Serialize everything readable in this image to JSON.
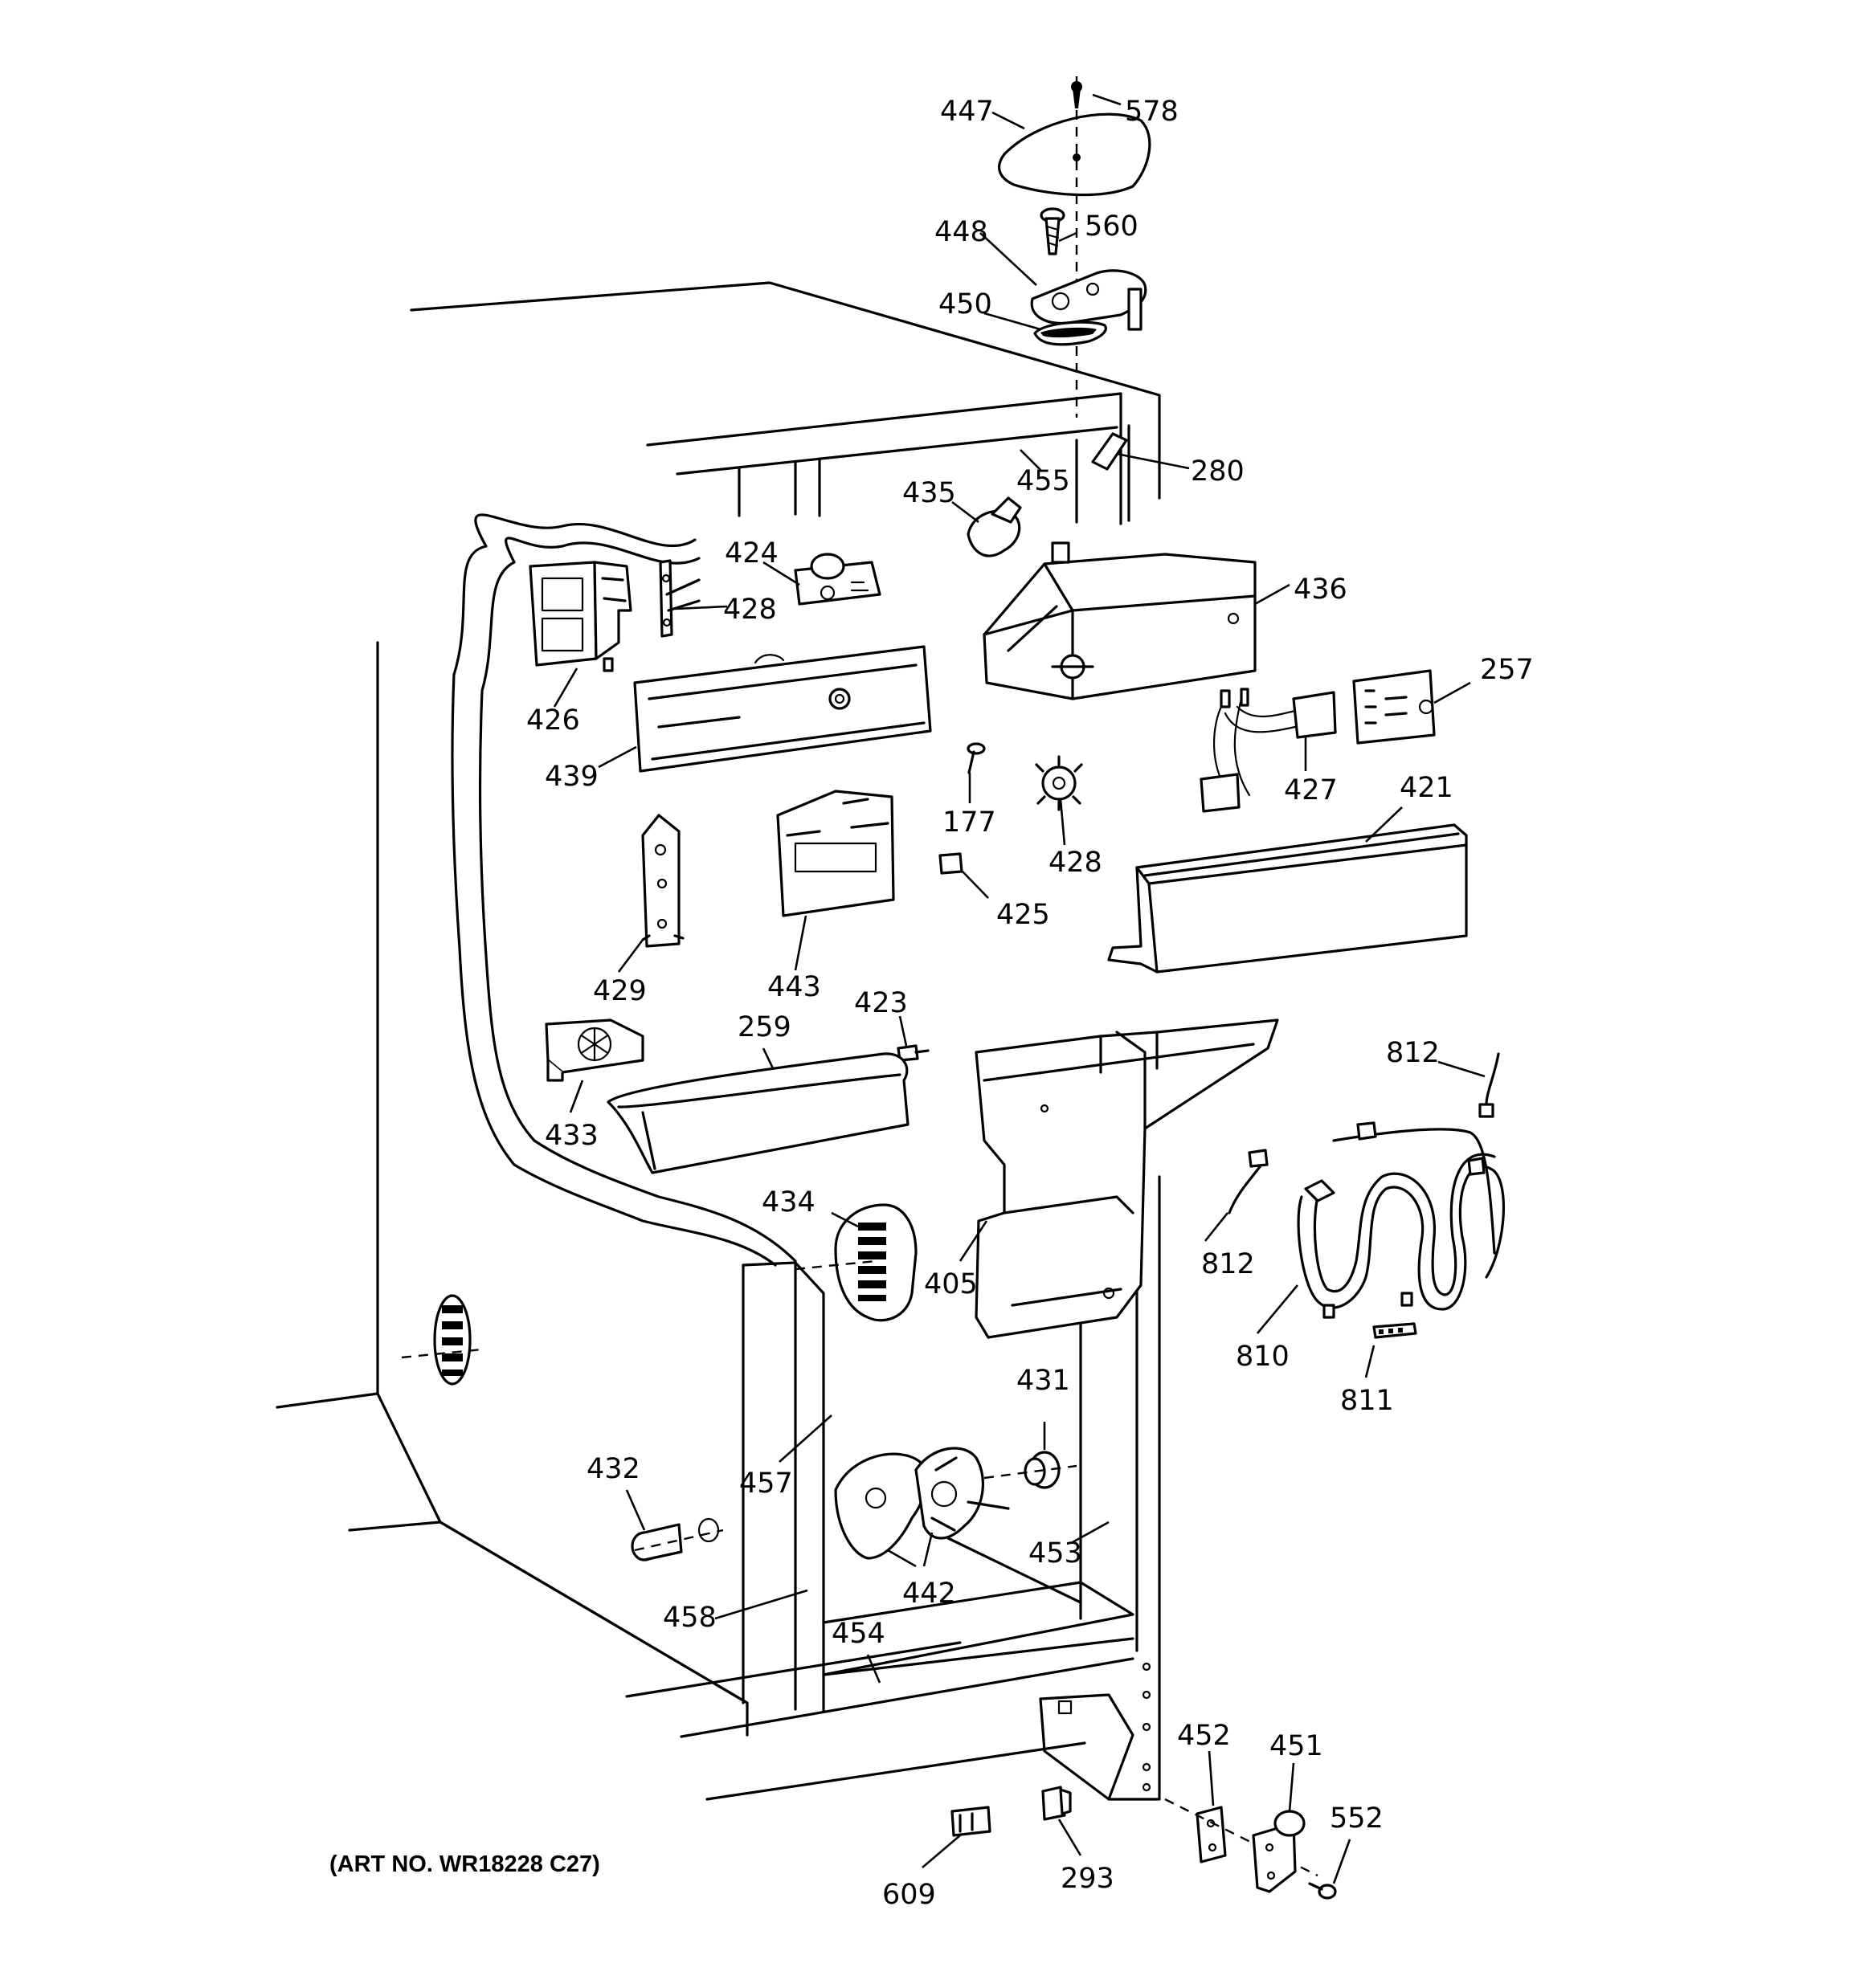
{
  "caption": "(ART NO. WR18228 C27)",
  "callouts": [
    {
      "id": "c578",
      "text": "578"
    },
    {
      "id": "c447",
      "text": "447"
    },
    {
      "id": "c448",
      "text": "448"
    },
    {
      "id": "c560",
      "text": "560"
    },
    {
      "id": "c450",
      "text": "450"
    },
    {
      "id": "c280",
      "text": "280"
    },
    {
      "id": "c455",
      "text": "455"
    },
    {
      "id": "c435",
      "text": "435"
    },
    {
      "id": "c424",
      "text": "424"
    },
    {
      "id": "c428a",
      "text": "428"
    },
    {
      "id": "c436",
      "text": "436"
    },
    {
      "id": "c426",
      "text": "426"
    },
    {
      "id": "c439",
      "text": "439"
    },
    {
      "id": "c177",
      "text": "177"
    },
    {
      "id": "c428b",
      "text": "428"
    },
    {
      "id": "c427",
      "text": "427"
    },
    {
      "id": "c257",
      "text": "257"
    },
    {
      "id": "c421",
      "text": "421"
    },
    {
      "id": "c425",
      "text": "425"
    },
    {
      "id": "c429",
      "text": "429"
    },
    {
      "id": "c443",
      "text": "443"
    },
    {
      "id": "c423",
      "text": "423"
    },
    {
      "id": "c259",
      "text": "259"
    },
    {
      "id": "c812a",
      "text": "812"
    },
    {
      "id": "c433",
      "text": "433"
    },
    {
      "id": "c434",
      "text": "434"
    },
    {
      "id": "c405",
      "text": "405"
    },
    {
      "id": "c812b",
      "text": "812"
    },
    {
      "id": "c810",
      "text": "810"
    },
    {
      "id": "c811",
      "text": "811"
    },
    {
      "id": "c431",
      "text": "431"
    },
    {
      "id": "c432",
      "text": "432"
    },
    {
      "id": "c457",
      "text": "457"
    },
    {
      "id": "c453",
      "text": "453"
    },
    {
      "id": "c442",
      "text": "442"
    },
    {
      "id": "c458",
      "text": "458"
    },
    {
      "id": "c454",
      "text": "454"
    },
    {
      "id": "c452",
      "text": "452"
    },
    {
      "id": "c451",
      "text": "451"
    },
    {
      "id": "c552",
      "text": "552"
    },
    {
      "id": "c609",
      "text": "609"
    },
    {
      "id": "c293",
      "text": "293"
    }
  ]
}
